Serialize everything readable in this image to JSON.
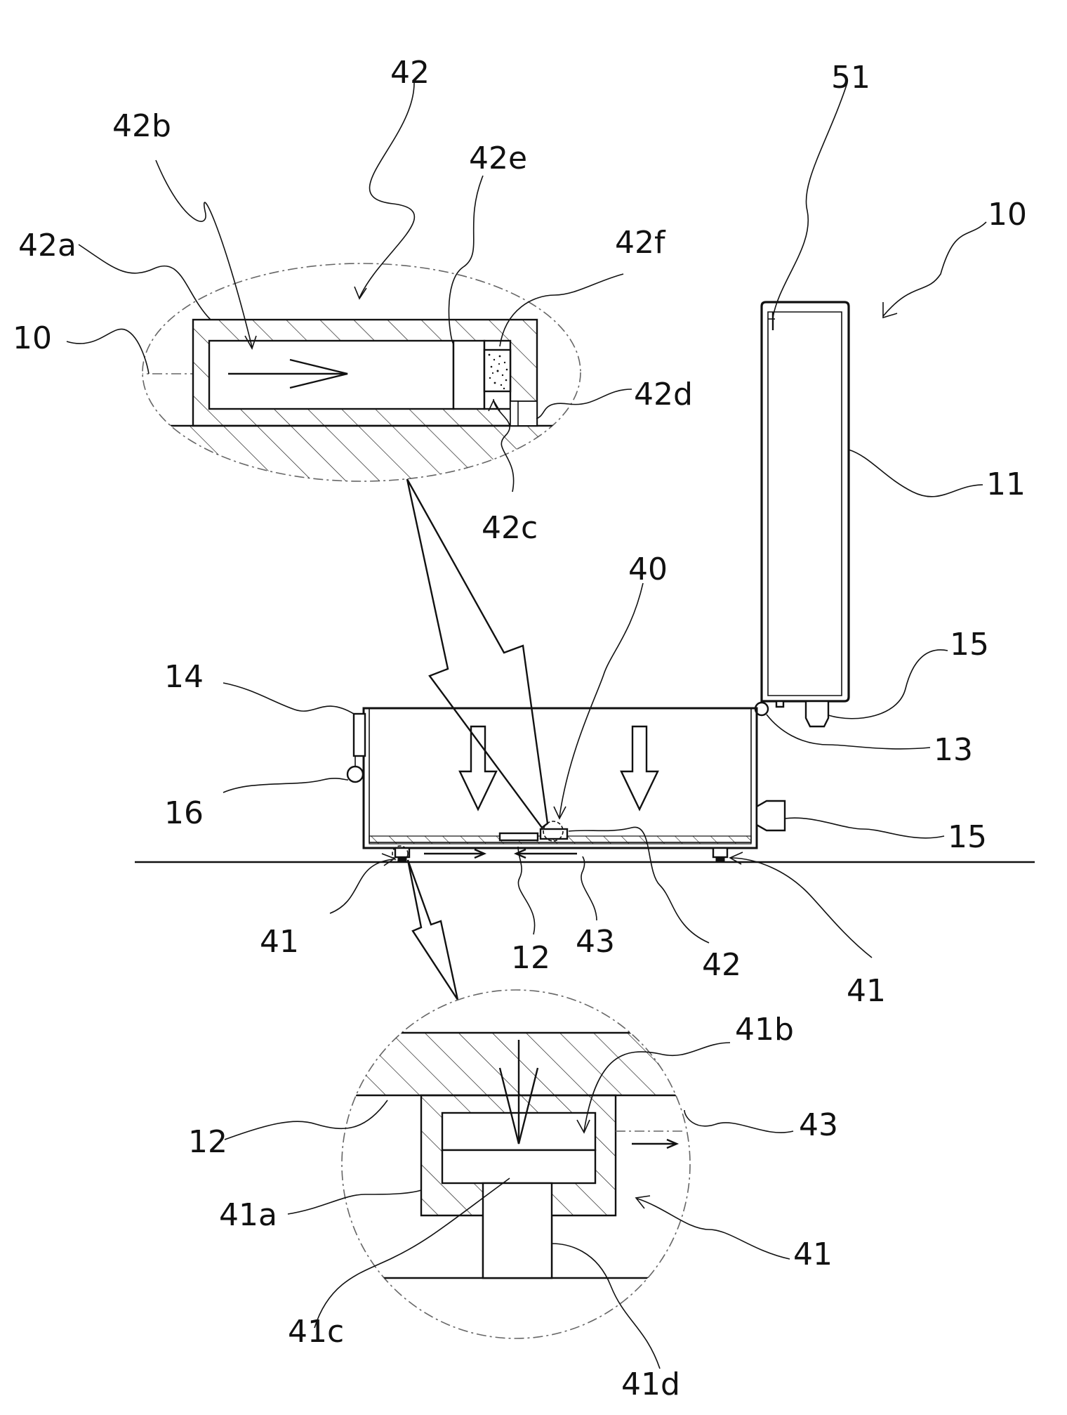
{
  "labels": {
    "l42_top": "42",
    "l42b": "42b",
    "l42e": "42e",
    "l51": "51",
    "l10_right": "10",
    "l42a": "42a",
    "l42f": "42f",
    "l10_left": "10",
    "l42d": "42d",
    "l11": "11",
    "l42c": "42c",
    "l40": "40",
    "l15_top": "15",
    "l14": "14",
    "l13": "13",
    "l16": "16",
    "l15_side": "15",
    "l41_left": "41",
    "l12_mid": "12",
    "l43_mid": "43",
    "l42_mid": "42",
    "l41_right": "41",
    "l41b": "41b",
    "l12_detail": "12",
    "l43_detail": "43",
    "l41a": "41a",
    "l41_detail": "41",
    "l41c": "41c",
    "l41d": "41d"
  }
}
